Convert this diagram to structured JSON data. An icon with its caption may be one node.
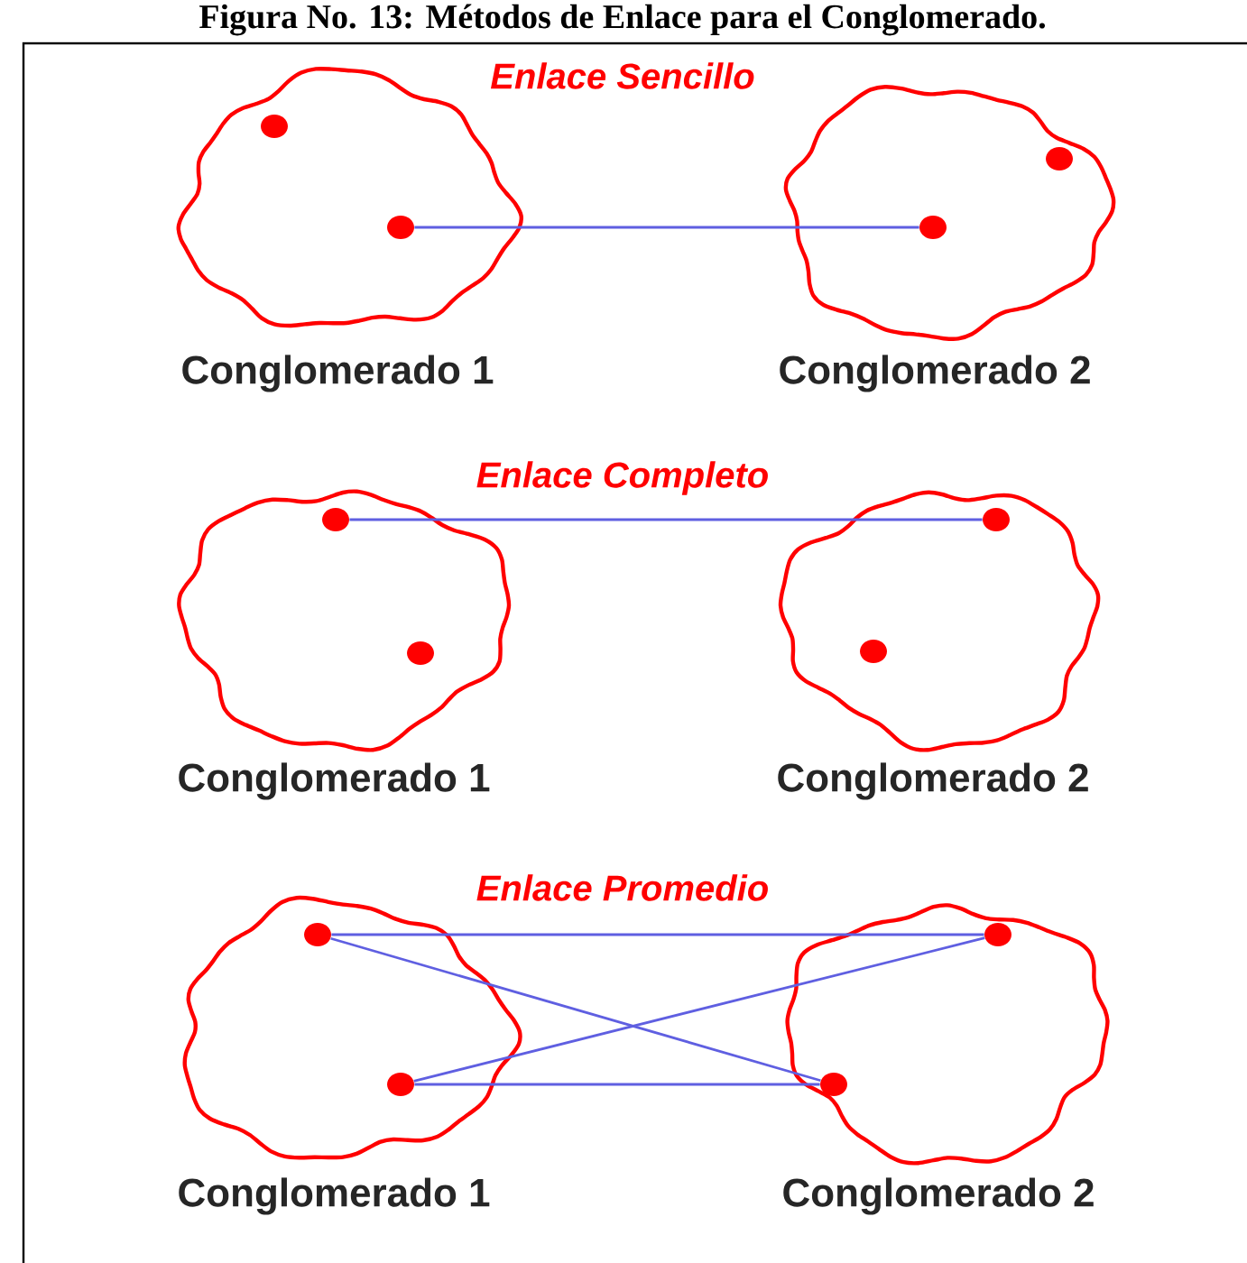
{
  "diagram": {
    "title": "Figura No. 13: Métodos de Enlace para el Conglomerado.",
    "nodes": [
      {
        "text": [
          "Conglomerado 1"
        ]
      },
      {
        "text": [],
        "shape": "circle",
        "in": 0
      },
      {
        "text": [],
        "shape": "circle",
        "in": 0
      },
      {
        "text": [
          "Conglomerado 2"
        ]
      },
      {
        "text": [],
        "shape": "circle",
        "in": 3
      },
      {
        "text": [],
        "shape": "circle",
        "in": 3
      },
      {
        "text": [
          "Conglomerado 1"
        ]
      },
      {
        "text": [],
        "shape": "circle",
        "in": 6
      },
      {
        "text": [],
        "shape": "circle",
        "in": 6
      },
      {
        "text": [
          "Conglomerado 2"
        ]
      },
      {
        "text": [],
        "shape": "circle",
        "in": 9
      },
      {
        "text": [],
        "shape": "circle",
        "in": 9
      },
      {
        "text": [
          "Conglomerado 1"
        ]
      },
      {
        "text": [],
        "shape": "circle",
        "in": 12
      },
      {
        "text": [],
        "shape": "circle",
        "in": 12
      },
      {
        "text": [
          "Conglomerado 2"
        ]
      },
      {
        "text": [],
        "shape": "circle",
        "in": 15
      },
      {
        "text": [],
        "shape": "circle",
        "in": 15
      }
    ],
    "edges": [
      {
        "from": 2,
        "to": 5,
        "arrow": "none"
      },
      {
        "from": 7,
        "to": 10,
        "arrow": "none"
      },
      {
        "from": 13,
        "to": 16,
        "arrow": "none"
      },
      {
        "from": 13,
        "to": 17,
        "arrow": "none"
      },
      {
        "from": 14,
        "to": 16,
        "arrow": "none"
      },
      {
        "from": 14,
        "to": 17,
        "arrow": "none"
      }
    ],
    "labels": [
      "Enlace Sencillo",
      "Enlace Completo",
      "Enlace Promedio"
    ]
  }
}
